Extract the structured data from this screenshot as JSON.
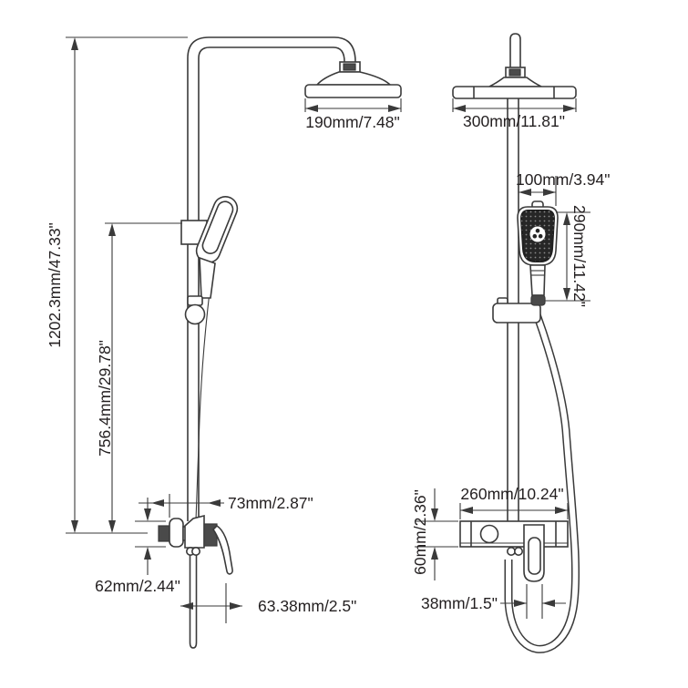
{
  "image_type": "product dimension drawing",
  "subject": "thermostatic rainfall shower system, two views",
  "colors": {
    "background": "#ffffff",
    "line": "#3a3a3a",
    "text": "#231f20",
    "dark_fill": "#4a4a4a",
    "hand_shower_face": "#262626"
  },
  "dims": {
    "total_height": "1202.3mm/47.33\"",
    "slide_bar_height": "756.4mm/29.78\"",
    "left_head_diameter": "190mm/7.48\"",
    "mixer_width": "73mm/2.87\"",
    "mixer_height": "62mm/2.44\"",
    "mixer_reach": "63.38mm/2.5\"",
    "right_head_diameter": "300mm/11.81\"",
    "hand_shower_width": "100mm/3.94\"",
    "hand_shower_height": "290mm/11.42\"",
    "valve_width": "260mm/10.24\"",
    "valve_height": "60mm/2.36\"",
    "spout_width": "38mm/1.5\""
  }
}
